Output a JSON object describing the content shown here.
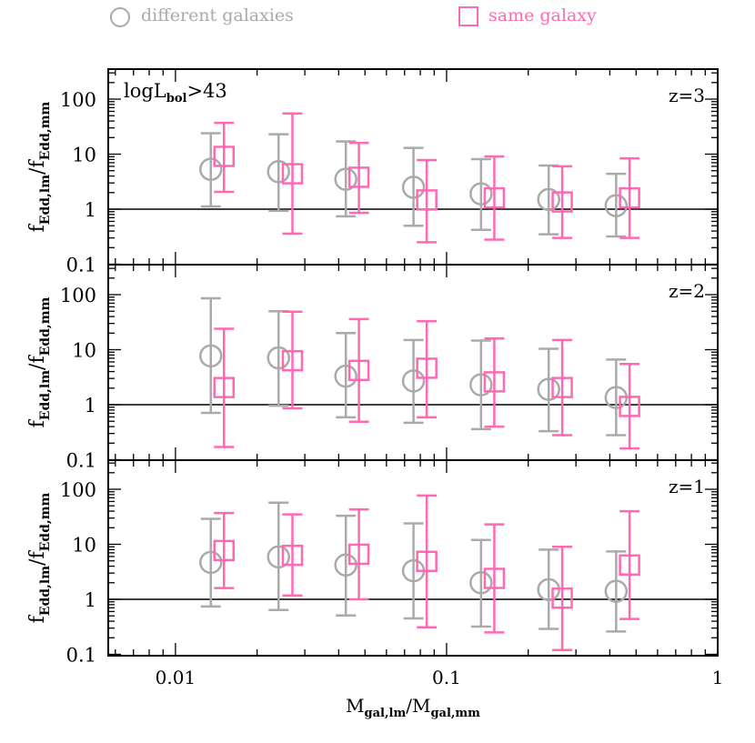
{
  "chart_data": {
    "type": "scatter",
    "subtype": "errorbar-multipanel",
    "title": "",
    "xlabel": "M_gal,lm/M_gal,mm",
    "xlabel_main": "M",
    "xlabel_sub1": "gal,lm",
    "xlabel_sub2": "gal,mm",
    "ylabel": "f_Edd,lm/f_Edd,mm",
    "ylabel_main": "f",
    "ylabel_sub1": "Edd,lm",
    "ylabel_sub2": "Edd,mm",
    "xscale": "log",
    "yscale": "log",
    "xlim": [
      0.00565,
      1
    ],
    "ylim": [
      0.1,
      350
    ],
    "x_ticks": [
      0.01,
      0.1,
      1
    ],
    "x_tick_labels": [
      "0.01",
      "0.1",
      "1"
    ],
    "y_ticks": [
      0.1,
      1,
      10,
      100
    ],
    "y_tick_labels": [
      "0.1",
      "1",
      "10",
      "100"
    ],
    "reference_line_y": 1,
    "annotation": {
      "main": "logL",
      "sub": "bol",
      "suffix": ">43"
    },
    "legend": [
      {
        "label": "different galaxies",
        "marker": "circle",
        "color": "#aaaaaa"
      },
      {
        "label": "same galaxy",
        "marker": "square",
        "color": "#ff69b4"
      }
    ],
    "panels": [
      {
        "label": "z=3",
        "series": [
          {
            "name": "different galaxies",
            "x": [
              0.0135,
              0.024,
              0.0425,
              0.0755,
              0.134,
              0.238,
              0.422
            ],
            "y": [
              5.3,
              4.8,
              3.5,
              2.5,
              1.9,
              1.5,
              1.16
            ],
            "y_upper": [
              24,
              23,
              17,
              13,
              8.1,
              6.2,
              4.4
            ],
            "y_lower": [
              1.12,
              0.93,
              0.74,
              0.5,
              0.42,
              0.35,
              0.32
            ]
          },
          {
            "name": "same galaxy",
            "x": [
              0.0151,
              0.027,
              0.0475,
              0.0845,
              0.15,
              0.267,
              0.473
            ],
            "y": [
              9.1,
              4.4,
              3.8,
              1.47,
              1.6,
              1.35,
              1.6
            ],
            "y_upper": [
              37,
              55,
              16,
              7.8,
              9.1,
              6.0,
              8.4
            ],
            "y_lower": [
              2.06,
              0.36,
              0.86,
              0.25,
              0.28,
              0.3,
              0.3
            ]
          }
        ]
      },
      {
        "label": "z=2",
        "series": [
          {
            "name": "different galaxies",
            "x": [
              0.0135,
              0.024,
              0.0425,
              0.0755,
              0.134,
              0.238,
              0.422
            ],
            "y": [
              7.7,
              7.1,
              3.3,
              2.7,
              2.3,
              1.9,
              1.35
            ],
            "y_upper": [
              86,
              50,
              20,
              15,
              14.6,
              10.4,
              6.6
            ],
            "y_lower": [
              0.71,
              0.96,
              0.59,
              0.47,
              0.36,
              0.33,
              0.28
            ]
          },
          {
            "name": "same galaxy",
            "x": [
              0.0151,
              0.027,
              0.0475,
              0.0845,
              0.15,
              0.267,
              0.473
            ],
            "y": [
              2.05,
              6.3,
              4.2,
              4.6,
              2.6,
              2.05,
              0.93
            ],
            "y_upper": [
              24,
              49,
              36,
              33,
              16,
              15,
              5.5
            ],
            "y_lower": [
              0.17,
              0.86,
              0.49,
              0.59,
              0.4,
              0.28,
              0.16
            ]
          }
        ]
      },
      {
        "label": "z=1",
        "series": [
          {
            "name": "different galaxies",
            "x": [
              0.0135,
              0.024,
              0.0425,
              0.0755,
              0.134,
              0.238,
              0.422
            ],
            "y": [
              4.7,
              5.9,
              4.2,
              3.3,
              2.0,
              1.5,
              1.4
            ],
            "y_upper": [
              29,
              57,
              33,
              24,
              12,
              8.0,
              7.4
            ],
            "y_lower": [
              0.74,
              0.64,
              0.51,
              0.45,
              0.32,
              0.29,
              0.26
            ]
          },
          {
            "name": "same galaxy",
            "x": [
              0.0151,
              0.027,
              0.0475,
              0.0845,
              0.15,
              0.267,
              0.473
            ],
            "y": [
              7.7,
              6.3,
              6.6,
              4.9,
              2.4,
              1.05,
              4.2
            ],
            "y_upper": [
              37,
              35,
              43,
              77,
              23,
              9.0,
              40
            ],
            "y_lower": [
              1.6,
              1.17,
              1.0,
              0.31,
              0.25,
              0.12,
              0.44
            ]
          }
        ]
      }
    ]
  },
  "legend": {
    "different_label": "different galaxies",
    "same_label": "same galaxy"
  },
  "colors": {
    "different": "#aaaaaa",
    "same": "#ff69b4",
    "axis": "#000000"
  }
}
